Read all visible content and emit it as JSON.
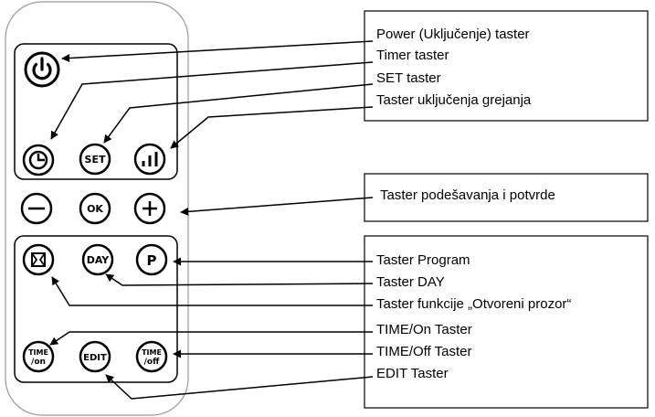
{
  "remote": {
    "buttons": {
      "power": {
        "icon": "power-icon"
      },
      "timer": {
        "icon": "clock-icon"
      },
      "set": {
        "label": "SET"
      },
      "heating": {
        "icon": "signal-bars-icon"
      },
      "minus": {
        "icon": "minus-icon"
      },
      "ok": {
        "label": "OK"
      },
      "plus": {
        "icon": "plus-icon"
      },
      "window": {
        "icon": "open-window-icon"
      },
      "day": {
        "label": "DAY"
      },
      "program": {
        "label": "P"
      },
      "time_on": {
        "line1": "TIME",
        "line2": "/on"
      },
      "edit": {
        "label": "EDIT"
      },
      "time_off": {
        "line1": "TIME",
        "line2": "/off"
      }
    }
  },
  "labels": {
    "power": "Power (Uključenje) taster",
    "timer": "Timer taster",
    "set": "SET taster",
    "heating": "Taster uključenja grejanja",
    "adjust": "Taster podešavanja i potvrde",
    "program": "Taster Program",
    "day": "Taster DAY",
    "window": "Taster funkcije „Otvoreni prozor“",
    "time_on": "TIME/On Taster",
    "time_off": "TIME/Off Taster",
    "edit": "EDIT Taster"
  }
}
